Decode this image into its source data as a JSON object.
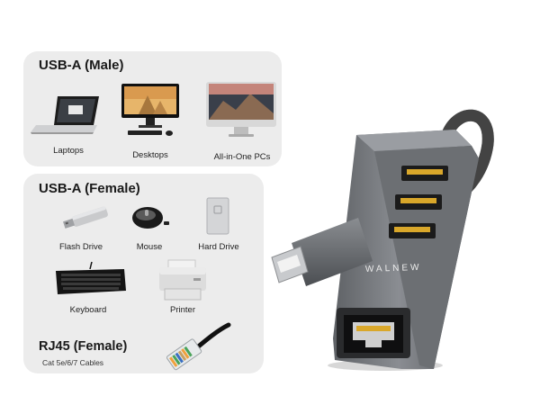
{
  "usb_male": {
    "title": "USB-A (Male)",
    "items": [
      {
        "label": "Laptops",
        "icon": "laptop-icon"
      },
      {
        "label": "Desktops",
        "icon": "desktop-icon"
      },
      {
        "label": "All-in-One PCs",
        "icon": "all-in-one-pc-icon"
      }
    ]
  },
  "usb_female": {
    "title": "USB-A (Female)",
    "items": [
      {
        "label": "Flash Drive",
        "icon": "flash-drive-icon"
      },
      {
        "label": "Mouse",
        "icon": "mouse-icon"
      },
      {
        "label": "Hard Drive",
        "icon": "hard-drive-icon"
      },
      {
        "label": "Keyboard",
        "icon": "keyboard-icon"
      },
      {
        "label": "Printer",
        "icon": "printer-icon"
      }
    ]
  },
  "rj45": {
    "title": "RJ45 (Female)",
    "subtitle": "Cat 5e/6/7 Cables"
  },
  "product": {
    "brand": "WALNEW"
  }
}
